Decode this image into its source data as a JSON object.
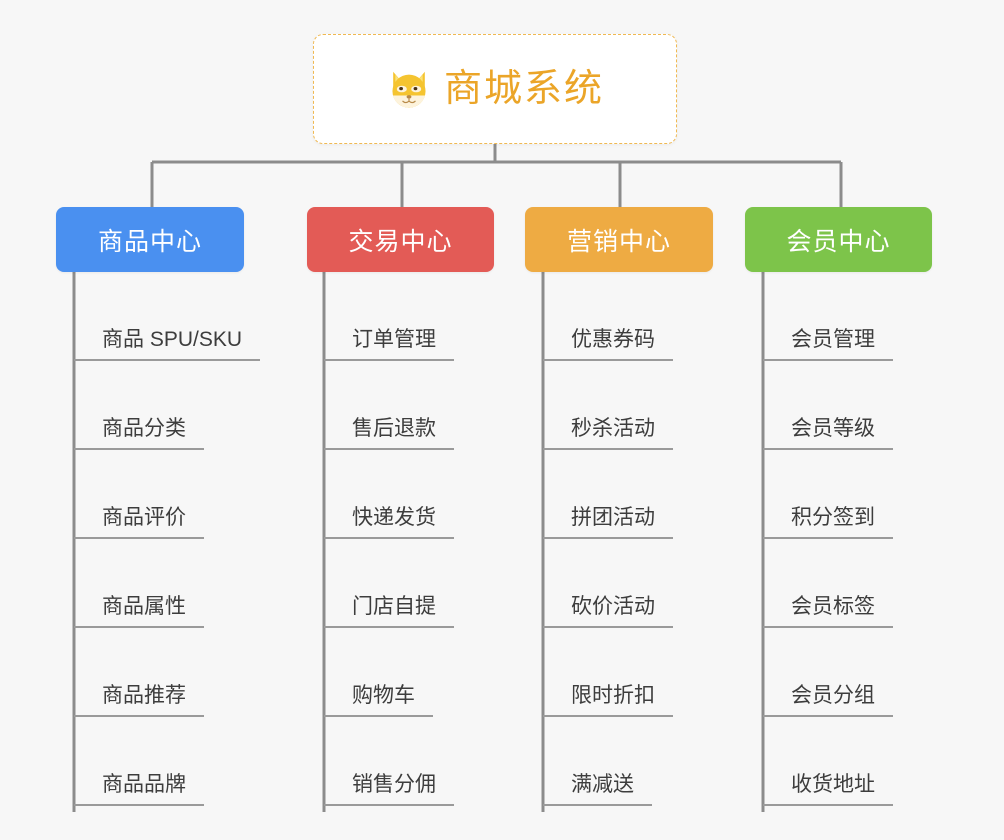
{
  "diagram": {
    "type": "mindmap-tree",
    "background_color": "#f7f7f7",
    "line_color": "#8c8c8c",
    "root": {
      "title": "商城系统",
      "icon": "shiba-dog-face-icon",
      "text_color": "#eba528",
      "border_color": "#f0b952",
      "background_color": "#ffffff"
    },
    "categories": [
      {
        "label": "商品中心",
        "color": "#4a90f0",
        "items": [
          "商品 SPU/SKU",
          "商品分类",
          "商品评价",
          "商品属性",
          "商品推荐",
          "商品品牌"
        ]
      },
      {
        "label": "交易中心",
        "color": "#e35b56",
        "items": [
          "订单管理",
          "售后退款",
          "快递发货",
          "门店自提",
          "购物车",
          "销售分佣"
        ]
      },
      {
        "label": "营销中心",
        "color": "#eeab43",
        "items": [
          "优惠券码",
          "秒杀活动",
          "拼团活动",
          "砍价活动",
          "限时折扣",
          "满减送"
        ]
      },
      {
        "label": "会员中心",
        "color": "#7dc44a",
        "items": [
          "会员管理",
          "会员等级",
          "积分签到",
          "会员标签",
          "会员分组",
          "收货地址"
        ]
      }
    ]
  }
}
